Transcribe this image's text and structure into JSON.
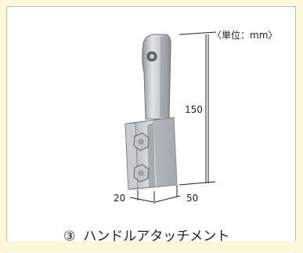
{
  "unit_label": "〈単位：mm〉",
  "dimensions": {
    "height": "150",
    "width_small": "20",
    "width_large": "50"
  },
  "caption": {
    "number": "③",
    "text": "ハンドルアタッチメント"
  },
  "colors": {
    "background": "#fdf7d9",
    "panel": "#ffffff",
    "metal_light": "#dcdfe0",
    "metal_mid": "#b3b8bb",
    "metal_dark": "#7f868a"
  }
}
